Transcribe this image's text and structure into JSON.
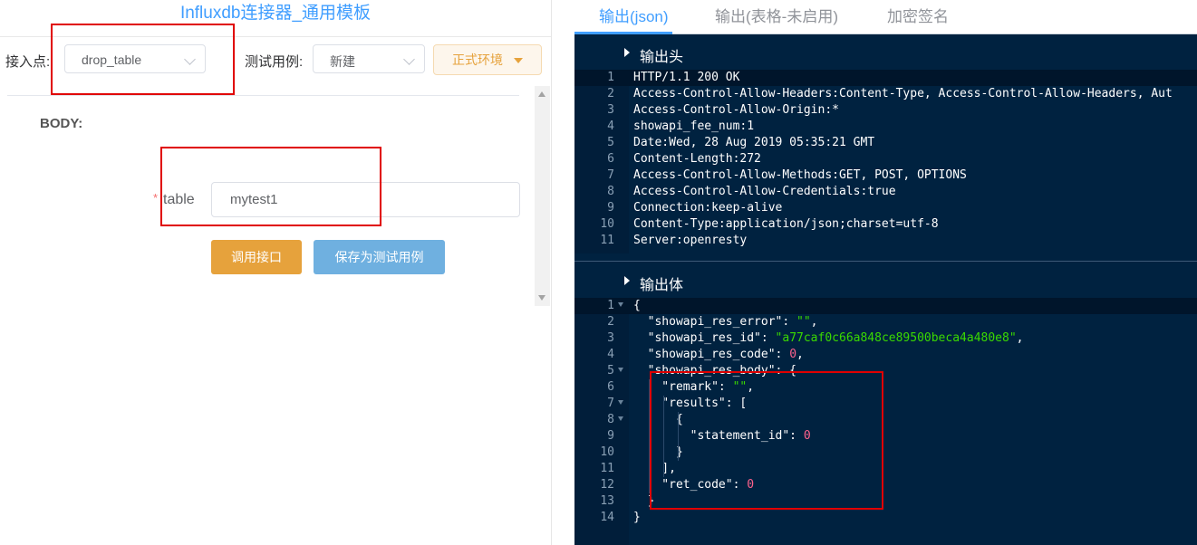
{
  "left": {
    "title": "Influxdb连接器_通用模板",
    "toolbar": {
      "entry_label": "接入点:",
      "entry_value": "drop_table",
      "testcase_label": "测试用例:",
      "testcase_value": "新建",
      "env_label": "正式环境"
    },
    "form": {
      "section_label": "BODY:",
      "required_mark": "*",
      "field_label": "table",
      "field_value": "mytest1",
      "call_button": "调用接口",
      "save_button": "保存为测试用例"
    }
  },
  "right": {
    "tabs": [
      "输出(json)",
      "输出(表格-未启用)",
      "加密签名"
    ],
    "active_tab": 0,
    "header_section_title": "输出头",
    "body_section_title": "输出体",
    "header_lines": [
      "HTTP/1.1 200 OK",
      "Access-Control-Allow-Headers:Content-Type, Access-Control-Allow-Headers, Aut",
      "Access-Control-Allow-Origin:*",
      "showapi_fee_num:1",
      "Date:Wed, 28 Aug 2019 05:35:21 GMT",
      "Content-Length:272",
      "Access-Control-Allow-Methods:GET, POST, OPTIONS",
      "Access-Control-Allow-Credentials:true",
      "Connection:keep-alive",
      "Content-Type:application/json;charset=utf-8",
      "Server:openresty"
    ],
    "body_lines": [
      [
        {
          "t": "k",
          "v": "{"
        }
      ],
      [
        {
          "t": "k",
          "v": "  \"showapi_res_error\": "
        },
        {
          "t": "s",
          "v": "\"\""
        },
        {
          "t": "k",
          "v": ","
        }
      ],
      [
        {
          "t": "k",
          "v": "  \"showapi_res_id\": "
        },
        {
          "t": "s",
          "v": "\"a77caf0c66a848ce89500beca4a480e8\""
        },
        {
          "t": "k",
          "v": ","
        }
      ],
      [
        {
          "t": "k",
          "v": "  \"showapi_res_code\": "
        },
        {
          "t": "n",
          "v": "0"
        },
        {
          "t": "k",
          "v": ","
        }
      ],
      [
        {
          "t": "k",
          "v": "  \"showapi_res_body\": {"
        }
      ],
      [
        {
          "t": "k",
          "v": "    \"remark\": "
        },
        {
          "t": "s",
          "v": "\"\""
        },
        {
          "t": "k",
          "v": ","
        }
      ],
      [
        {
          "t": "k",
          "v": "    \"results\": ["
        }
      ],
      [
        {
          "t": "k",
          "v": "      {"
        }
      ],
      [
        {
          "t": "k",
          "v": "        \"statement_id\": "
        },
        {
          "t": "n",
          "v": "0"
        }
      ],
      [
        {
          "t": "k",
          "v": "      }"
        }
      ],
      [
        {
          "t": "k",
          "v": "    ],"
        }
      ],
      [
        {
          "t": "k",
          "v": "    \"ret_code\": "
        },
        {
          "t": "n",
          "v": "0"
        }
      ],
      [
        {
          "t": "k",
          "v": "  }"
        }
      ],
      [
        {
          "t": "k",
          "v": "}"
        }
      ]
    ],
    "folded_lines": [
      1,
      5,
      7,
      8
    ]
  },
  "colors": {
    "editor_bg": "#002240",
    "string": "#3ad900",
    "number": "#ff628c",
    "accent": "#409eff",
    "annotation": "#e00000"
  }
}
